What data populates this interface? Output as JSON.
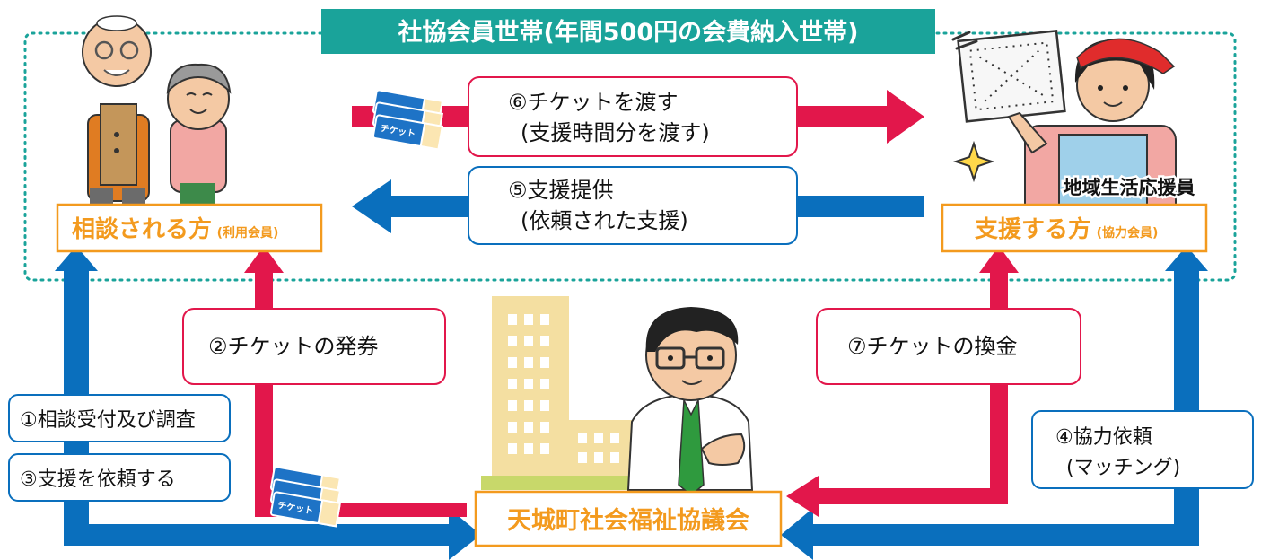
{
  "header": {
    "title": "社協会員世帯(年間500円の会費納入世帯)"
  },
  "parties": {
    "user": {
      "label": "相談される方",
      "sub": "(利用会員)"
    },
    "supporter": {
      "label": "支援する方",
      "sub": "(協力会員)",
      "caption": "地域生活応援員"
    },
    "council": {
      "label": "天城町社会福祉協議会"
    }
  },
  "steps": {
    "s1": "①相談受付及び調査",
    "s2": "②チケットの発券",
    "s3": "③支援を依頼する",
    "s4_line1": "④協力依頼",
    "s4_line2": "(マッチング)",
    "s5_line1": "⑤支援提供",
    "s5_line2": "(依頼された支援)",
    "s6_line1": "⑥チケットを渡す",
    "s6_line2": "(支援時間分を渡す)",
    "s7": "⑦チケットの換金"
  },
  "ticket": {
    "label": "チケット"
  },
  "colors": {
    "teal": "#1aa39a",
    "red": "#e2174b",
    "blue": "#0a6fbd",
    "orange": "#f39a1e",
    "building": "#f4dfa1",
    "grass": "#c8d86a"
  }
}
